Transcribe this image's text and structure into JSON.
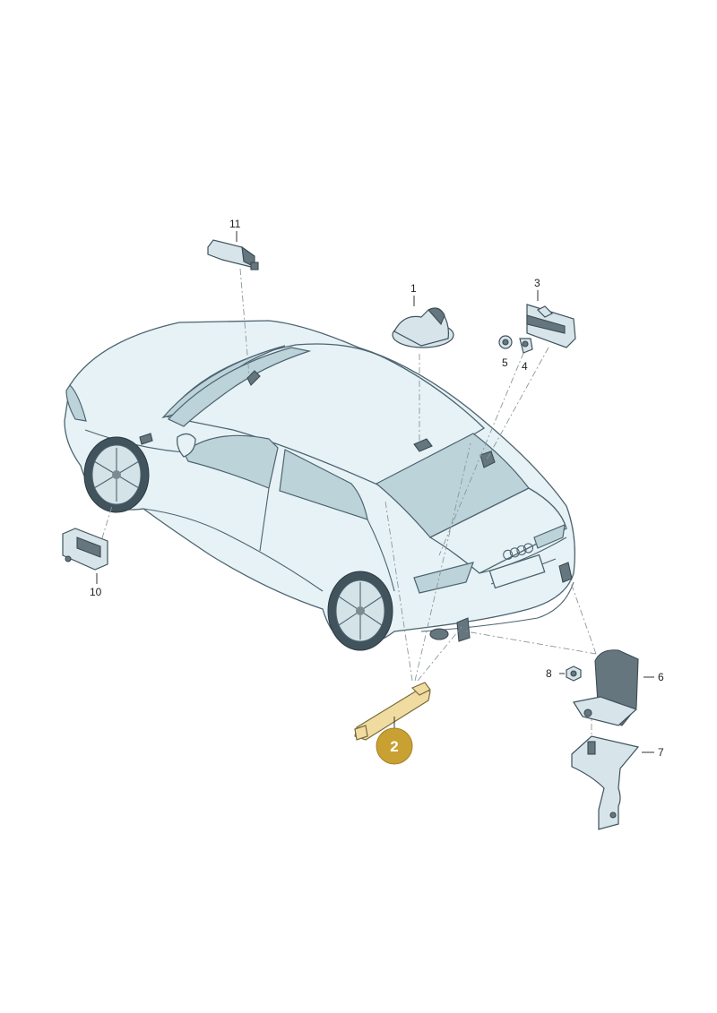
{
  "callouts": {
    "c1": "1",
    "c2": "2",
    "c3": "3",
    "c4": "4",
    "c5": "5",
    "c6": "6",
    "c7": "7",
    "c8": "8",
    "c10": "10",
    "c11": "11"
  },
  "colors": {
    "highlight_badge": "#c9a032",
    "highlighted_part": "#f0dca0",
    "car_body": "#e6f2f5",
    "glass": "#bcd3da"
  }
}
